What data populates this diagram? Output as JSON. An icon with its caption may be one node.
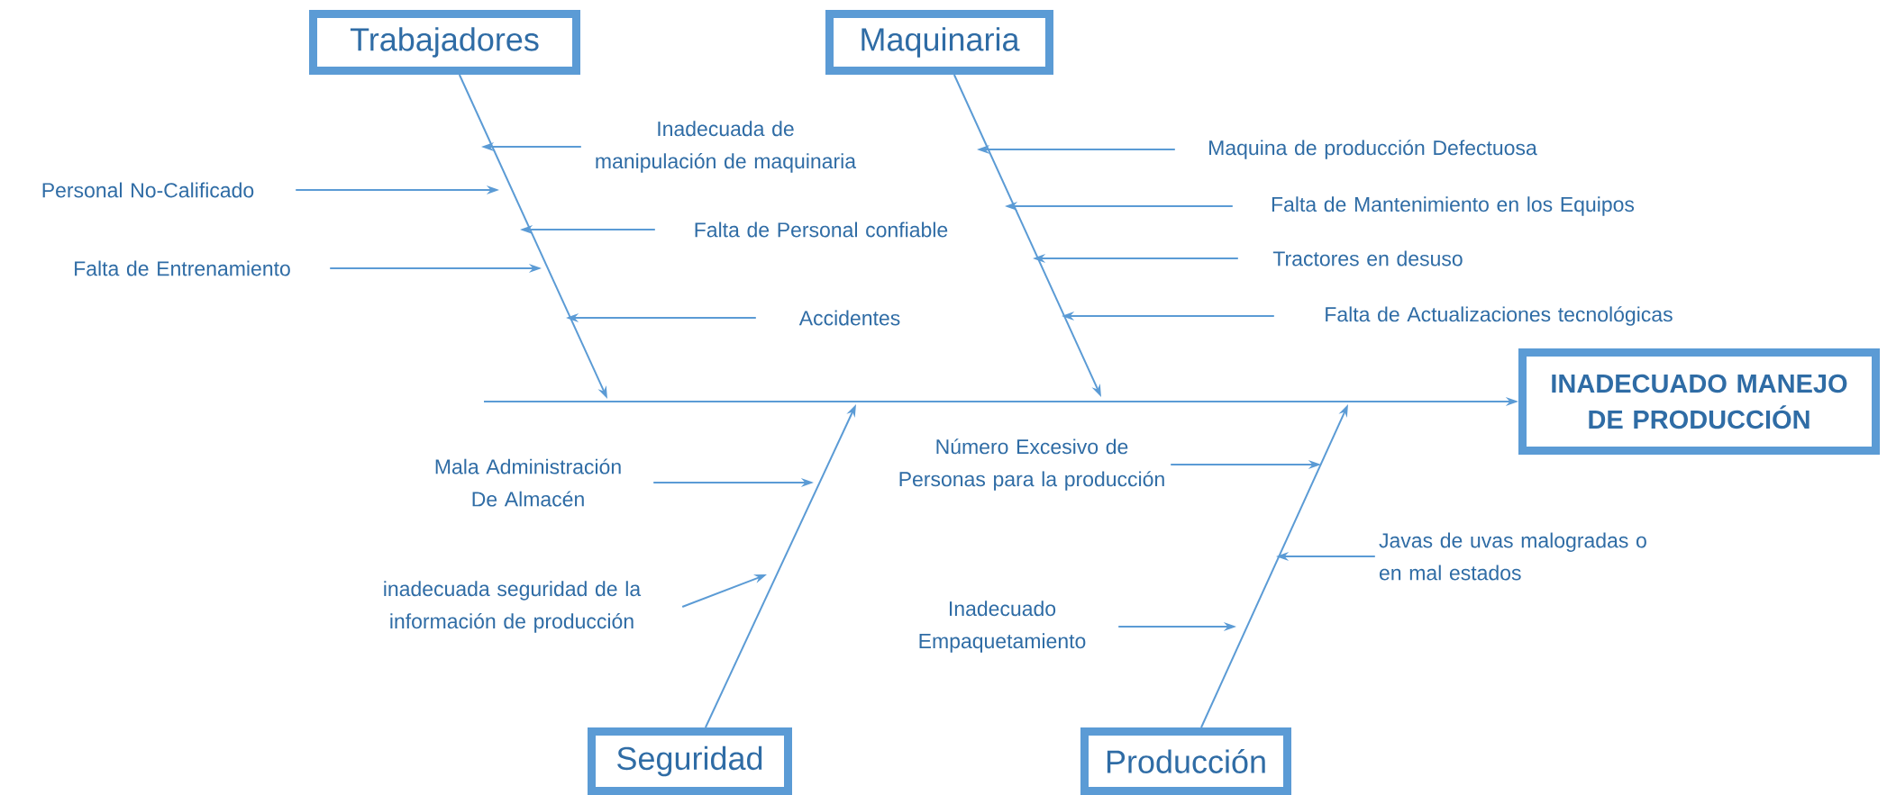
{
  "diagram": {
    "nodes": [
      {
        "text": [
          "Trabajadores"
        ]
      },
      {
        "text": [
          "Maquinaria"
        ]
      },
      {
        "text": [
          "Inadecuada de manipulación de maquinaria"
        ]
      },
      {
        "text": [
          "Personal No-Calificado"
        ]
      },
      {
        "text": [
          "Falta de Personal confiable"
        ]
      },
      {
        "text": [
          "Falta de Entrenamiento"
        ]
      },
      {
        "text": [
          "Accidentes"
        ]
      },
      {
        "text": [
          "Maquina de producción Defectuosa"
        ]
      },
      {
        "text": [
          "Falta de Mantenimiento en los Equipos"
        ]
      },
      {
        "text": [
          "Tractores en desuso"
        ]
      },
      {
        "text": [
          "Falta de Actualizaciones tecnológicas"
        ]
      },
      {
        "text": [
          "INADECUADO MANEJO DE PRODUCCIÓN"
        ]
      },
      {
        "text": [
          "Mala Administración De Almacén"
        ]
      },
      {
        "text": [
          "inadecuada seguridad de la información de producción"
        ]
      },
      {
        "text": [
          "Número Excesivo de Personas para la producción"
        ]
      },
      {
        "text": [
          "Javas de uvas malogradas o en mal estados"
        ]
      },
      {
        "text": [
          "Inadecuado Empaquetamiento"
        ]
      },
      {
        "text": [
          "Seguridad"
        ]
      },
      {
        "text": [
          "Producción"
        ]
      }
    ],
    "edges": [
      {
        "from": 0,
        "to": null,
        "arrow": "to"
      },
      {
        "from": 1,
        "to": null,
        "arrow": "to"
      },
      {
        "from": 17,
        "to": null,
        "arrow": "to"
      },
      {
        "from": 18,
        "to": null,
        "arrow": "to"
      },
      {
        "from": 2,
        "to": null,
        "arrow": "to"
      },
      {
        "from": 3,
        "to": null,
        "arrow": "to"
      },
      {
        "from": 4,
        "to": null,
        "arrow": "to"
      },
      {
        "from": 5,
        "to": null,
        "arrow": "to"
      },
      {
        "from": 6,
        "to": null,
        "arrow": "to"
      },
      {
        "from": 7,
        "to": null,
        "arrow": "to"
      },
      {
        "from": 8,
        "to": null,
        "arrow": "to"
      },
      {
        "from": 9,
        "to": null,
        "arrow": "to"
      },
      {
        "from": 10,
        "to": null,
        "arrow": "to"
      },
      {
        "from": 12,
        "to": null,
        "arrow": "to"
      },
      {
        "from": 13,
        "to": null,
        "arrow": "to"
      },
      {
        "from": 14,
        "to": null,
        "arrow": "to"
      },
      {
        "from": 15,
        "to": null,
        "arrow": "to"
      },
      {
        "from": 16,
        "to": null,
        "arrow": "to"
      },
      {
        "from": null,
        "to": 11,
        "arrow": "to"
      }
    ]
  }
}
